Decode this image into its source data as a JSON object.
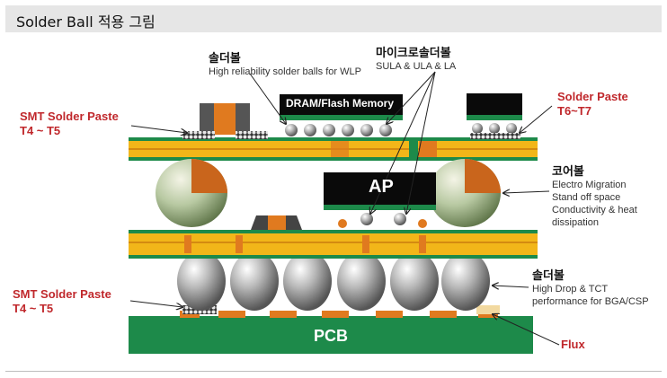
{
  "header": {
    "title": "Solder Ball 적용 그림"
  },
  "labels": {
    "smt_top": [
      "SMT Solder Paste",
      "T4 ~ T5"
    ],
    "smt_bottom": [
      "SMT Solder Paste",
      "T4 ~ T5"
    ],
    "solder_paste": [
      "Solder Paste",
      "T6~T7"
    ],
    "flux": "Flux",
    "wlp_title": "솔더볼",
    "wlp_desc": "High reliability solder balls for WLP",
    "micro_title": "마이크로솔더볼",
    "micro_desc": "SULA & ULA & LA",
    "core_title": "코어볼",
    "core_desc": [
      "Electro Migration",
      "Stand off space",
      "Conductivity & heat",
      "dissipation"
    ],
    "bga_title": "솔더볼",
    "bga_desc": [
      "High Drop & TCT",
      "performance for BGA/CSP"
    ],
    "dram": "DRAM/Flash Memory",
    "ap": "AP",
    "pcb": "PCB"
  },
  "colors": {
    "accent_red": "#c0282c",
    "board_green": "#1d8a4a",
    "substrate_yellow": "#f2b619",
    "copper": "#e07a1f"
  }
}
